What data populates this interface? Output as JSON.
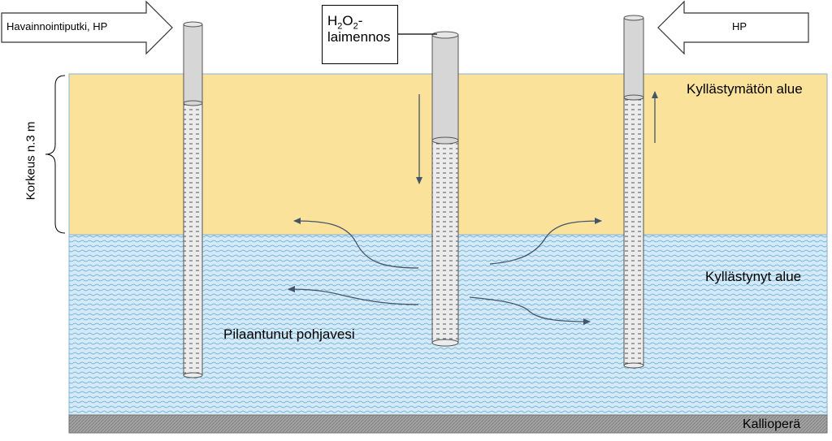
{
  "labels": {
    "observation_pipe": "Havainnointiputki, HP",
    "hp": "HP",
    "injection_line1": "H2O2-",
    "injection_line1_parts": [
      "H",
      "2",
      "O",
      "2",
      "-"
    ],
    "injection_line2": "laimennos",
    "unsaturated_zone": "Kyllästymätön alue",
    "saturated_zone": "Kyllästynyt alue",
    "polluted_groundwater": "Pilaantunut pohjavesi",
    "bedrock": "Kallioperä",
    "height": "Korkeus n.3 m"
  },
  "colors": {
    "unsaturated": "#fbe29a",
    "saturated": "#d5eaf6",
    "water_dash": "#5aa9d8",
    "bedrock": "#9e9e9e",
    "pipe_casing": "#d6d6d6",
    "flow_arrow": "#44546a"
  }
}
